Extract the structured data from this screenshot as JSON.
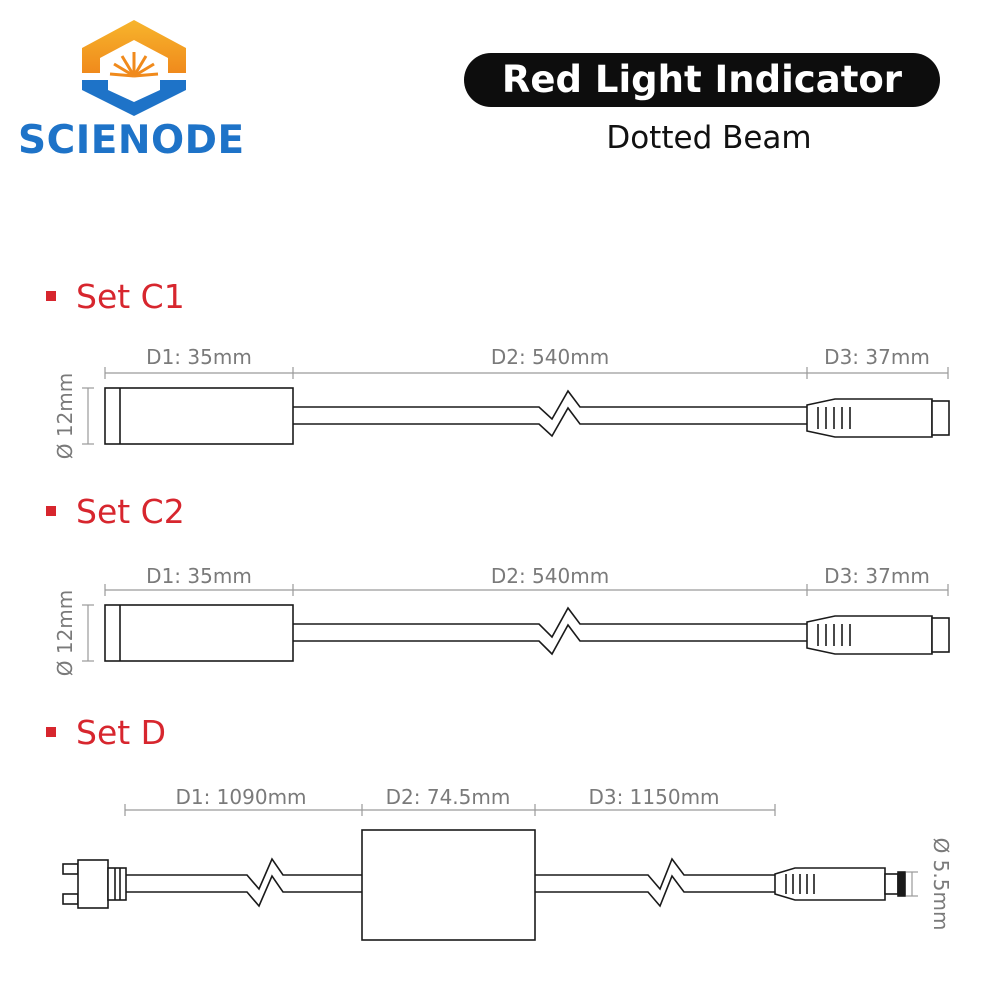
{
  "brand": {
    "name": "SCIENODE",
    "logo_icon": "sun-hexagon-logo-icon"
  },
  "product": {
    "title": "Red Light Indicator",
    "subtitle": "Dotted Beam"
  },
  "sets": [
    {
      "label": "Set C1",
      "d1": "D1: 35mm",
      "d2": "D2: 540mm",
      "d3": "D3: 37mm",
      "diameter": "Ø 12mm"
    },
    {
      "label": "Set C2",
      "d1": "D1: 35mm",
      "d2": "D2: 540mm",
      "d3": "D3: 37mm",
      "diameter": "Ø 12mm"
    },
    {
      "label": "Set D",
      "d1": "D1: 1090mm",
      "d2": "D2: 74.5mm",
      "d3": "D3: 1150mm",
      "diameter": "Ø 5.5mm"
    }
  ],
  "colors": {
    "accent_red": "#d7262e",
    "brand_blue": "#1e73c8",
    "logo_orange": "#f39a1e",
    "dimension_gray": "#7a7a7a"
  }
}
